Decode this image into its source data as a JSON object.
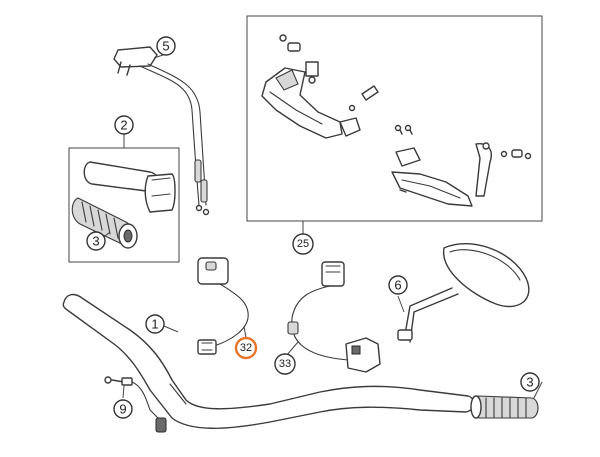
{
  "diagram": {
    "callouts": [
      {
        "id": "c5",
        "label": "5"
      },
      {
        "id": "c2",
        "label": "2"
      },
      {
        "id": "c3a",
        "label": "3"
      },
      {
        "id": "c25",
        "label": "25"
      },
      {
        "id": "c6",
        "label": "6"
      },
      {
        "id": "c1",
        "label": "1"
      },
      {
        "id": "c32",
        "label": "32"
      },
      {
        "id": "c33",
        "label": "33"
      },
      {
        "id": "c3b",
        "label": "3"
      },
      {
        "id": "c9",
        "label": "9"
      }
    ],
    "highlight_color": "#e8742a"
  }
}
